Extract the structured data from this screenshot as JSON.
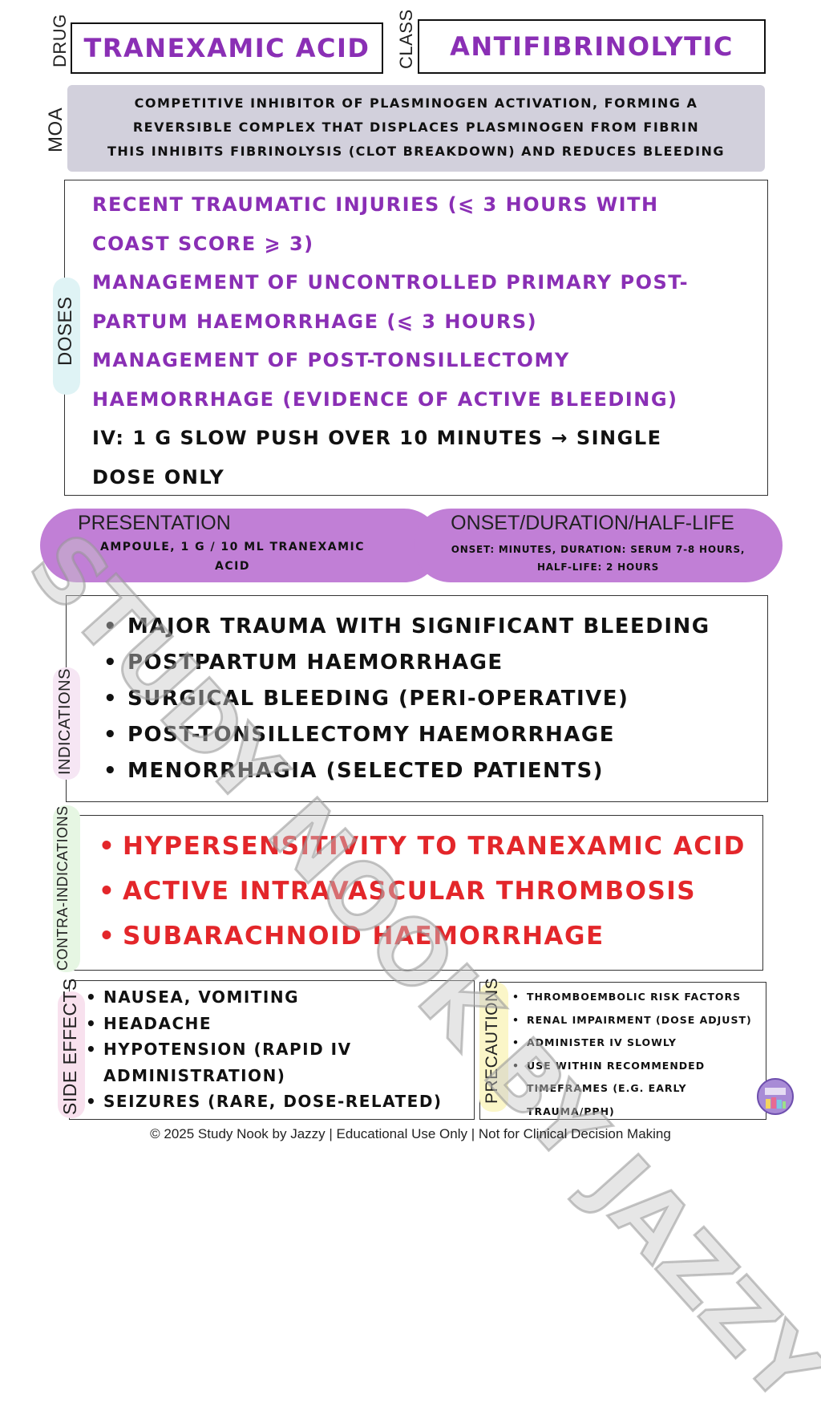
{
  "header": {
    "drug_label": "DRUG",
    "drug_name": "TRANEXAMIC ACID",
    "class_label": "CLASS",
    "class_name": "ANTIFIBRINOLYTIC"
  },
  "moa": {
    "label": "MOA",
    "lines": [
      "COMPETITIVE INHIBITOR OF PLASMINOGEN ACTIVATION, FORMING A",
      "REVERSIBLE COMPLEX THAT DISPLACES PLASMINOGEN FROM FIBRIN",
      "THIS INHIBITS FIBRINOLYSIS (CLOT BREAKDOWN) AND REDUCES BLEEDING"
    ]
  },
  "doses": {
    "label": "DOSES",
    "lines": [
      "RECENT TRAUMATIC INJURIES (⩽ 3 HOURS WITH",
      "COAST SCORE ⩾ 3)",
      "MANAGEMENT OF UNCONTROLLED PRIMARY POST-",
      "PARTUM HAEMORRHAGE (⩽ 3 HOURS)",
      "MANAGEMENT OF POST-TONSILLECTOMY",
      "HAEMORRHAGE (EVIDENCE OF ACTIVE BLEEDING)",
      "IV: 1 G SLOW PUSH OVER 10 MINUTES → SINGLE",
      "DOSE ONLY"
    ]
  },
  "presentation": {
    "title": "PRESENTATION",
    "line1": "AMPOULE, 1 G / 10 ML TRANEXAMIC",
    "line2": "ACID"
  },
  "onset": {
    "title": "ONSET/DURATION/HALF-LIFE",
    "line1": "ONSET: MINUTES, DURATION: SERUM 7-8 HOURS,",
    "line2": "HALF-LIFE: 2 HOURS"
  },
  "indications": {
    "label": "INDICATIONS",
    "items": [
      "MAJOR TRAUMA WITH SIGNIFICANT BLEEDING",
      "POSTPARTUM HAEMORRHAGE",
      "SURGICAL BLEEDING (PERI-OPERATIVE)",
      "POST-TONSILLECTOMY HAEMORRHAGE",
      "MENORRHAGIA (SELECTED PATIENTS)"
    ]
  },
  "contraindications": {
    "label": "CONTRA-INDICATIONS",
    "items": [
      "HYPERSENSITIVITY TO TRANEXAMIC ACID",
      "ACTIVE INTRAVASCULAR THROMBOSIS",
      "SUBARACHNOID HAEMORRHAGE"
    ]
  },
  "side_effects": {
    "label": "SIDE EFFECTS",
    "items": [
      "NAUSEA, VOMITING",
      "HEADACHE",
      "HYPOTENSION (RAPID IV",
      "ADMINISTRATION)",
      "SEIZURES (RARE, DOSE-RELATED)"
    ]
  },
  "precautions": {
    "label": "PRECAUTIONS",
    "items": [
      "THROMBOEMBOLIC RISK FACTORS",
      "RENAL IMPAIRMENT (DOSE ADJUST)",
      "ADMINISTER IV SLOWLY",
      "USE WITHIN RECOMMENDED",
      "TIMEFRAMES (E.G. EARLY",
      "TRAUMA/PPH)"
    ]
  },
  "watermark": "STUDY NOOK BY JAZZY",
  "logo": "Study Nook by Jazzy",
  "footer": "© 2025 Study Nook by Jazzy | Educational Use Only | Not for Clinical Decision Making",
  "colors": {
    "purple_text": "#8a2fb5",
    "red_text": "#e3262a",
    "moa_bg": "#d2d0dc",
    "pill_bg": "#c17fd6",
    "doses_tab": "#dff3f5",
    "indications_tab": "#f6e6f4",
    "contra_tab": "#e6f6e3",
    "side_tab": "#f8e1ee",
    "precautions_tab": "#fbf6c8"
  }
}
